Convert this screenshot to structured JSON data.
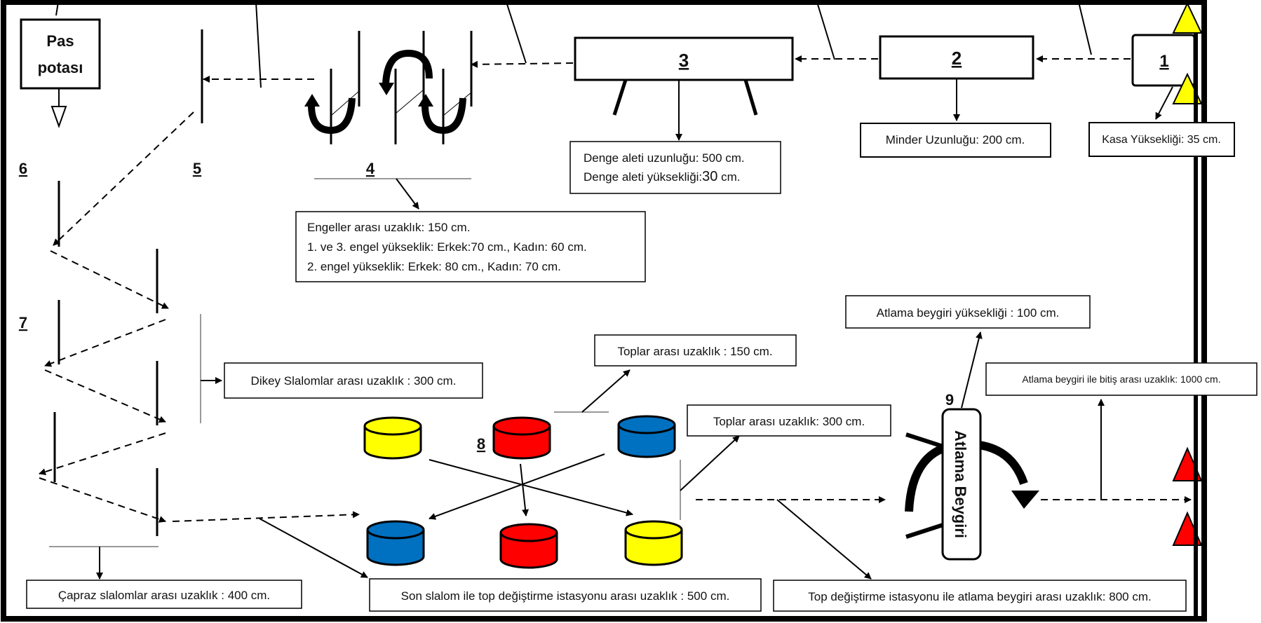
{
  "stations": {
    "s1": "1",
    "s2": "2",
    "s3": "3",
    "s4": "4",
    "s5": "5",
    "s6": "6",
    "s7": "7",
    "s8": "8",
    "s9": "9"
  },
  "pas_potasi": {
    "line1": "Pas",
    "line2": "potası"
  },
  "labels": {
    "kasa": "Kasa Yüksekliği: 35 cm.",
    "minder": "Minder Uzunluğu: 200 cm.",
    "denge_line1": "Denge aleti uzunluğu: 500 cm.",
    "denge_line2_prefix": "Denge aleti yüksekliği:",
    "denge_line2_value": "30",
    "denge_line2_suffix": " cm.",
    "engel_line1": "Engeller arası uzaklık: 150 cm.",
    "engel_line2": "1. ve  3. engel yükseklik: Erkek:70 cm., Kadın: 60 cm.",
    "engel_line3": "2. engel yükseklik: Erkek: 80 cm., Kadın: 70 cm.",
    "dikey": "Dikey Slalomlar arası uzaklık : 300 cm.",
    "toplar150": "Toplar arası uzaklık : 150 cm.",
    "toplar300": "Toplar arası uzaklık: 300 cm.",
    "atlama_yukseklik": "Atlama beygiri yüksekliği : 100 cm.",
    "atlama_bitis": "Atlama beygiri ile bitiş arası uzaklık: 1000 cm.",
    "capraz": "Çapraz slalomlar arası uzaklık : 400 cm.",
    "son_slalom": "Son slalom ile top değiştirme istasyonu arası uzaklık : 500 cm.",
    "top_degistirme": "Top değiştirme istasyonu ile atlama beygiri arası uzaklık: 800 cm.",
    "atlama_beygiri": "Atlama Beygiri"
  },
  "colors": {
    "yellow": "#ffff00",
    "red": "#ff0000",
    "blue": "#0070c0",
    "border": "#000000"
  }
}
